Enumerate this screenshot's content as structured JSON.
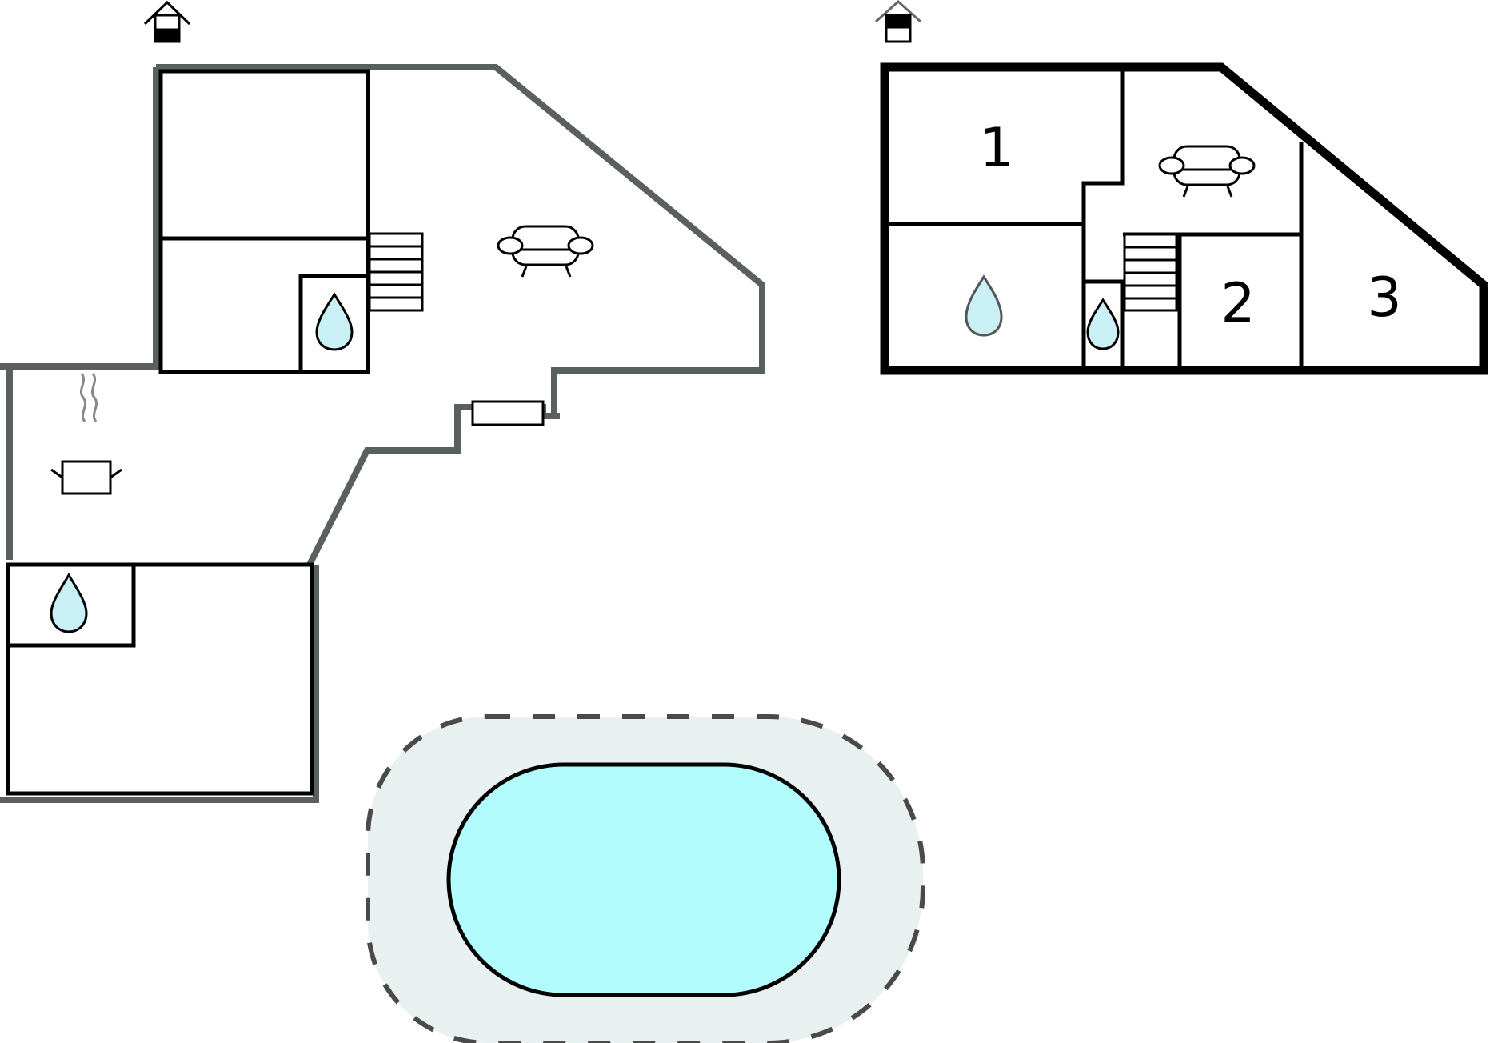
{
  "floorplan": {
    "ground_floor": {
      "level_icon": "house-level-icon-ground",
      "rooms": [
        {
          "id": "bedroom-a",
          "label": ""
        },
        {
          "id": "bedroom-b",
          "label": ""
        },
        {
          "id": "bathroom-a",
          "label": ""
        },
        {
          "id": "living-room",
          "label": ""
        },
        {
          "id": "kitchen",
          "label": ""
        },
        {
          "id": "bedroom-c",
          "label": ""
        },
        {
          "id": "bathroom-b",
          "label": ""
        }
      ],
      "icons": [
        "stairs-icon",
        "sofa-icon",
        "water-drop-icon",
        "cooking-pot-icon",
        "door-mat-icon"
      ]
    },
    "upper_floor": {
      "level_icon": "house-level-icon-upper",
      "room_numbers": [
        "1",
        "2",
        "3"
      ],
      "icons": [
        "sofa-icon",
        "water-drop-icon",
        "stairs-icon"
      ]
    },
    "pool": {
      "icon": "swimming-pool-icon"
    }
  },
  "colors": {
    "wall_dark": "#000000",
    "wall_gray": "#5a5f5f",
    "water": "#c8f0f5",
    "pool_water": "#b3fcfd",
    "pool_deck": "#e8f0f0"
  }
}
